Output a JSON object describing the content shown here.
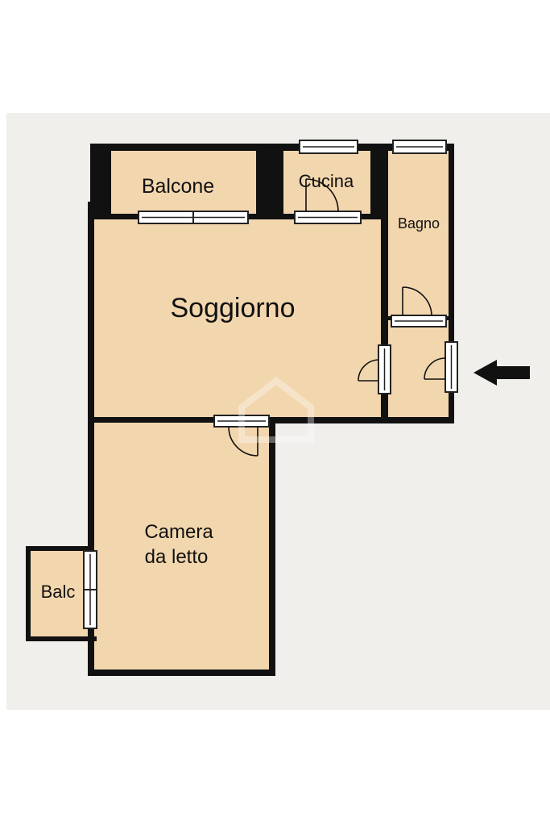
{
  "plan": {
    "colors": {
      "canvas": "#ffffff",
      "backdrop": "#f0efeb",
      "floor": "#f2d6ae",
      "wall": "#111111",
      "window_frame": "#222222",
      "window_fill": "#ffffff",
      "entry_arrow": "#111111"
    },
    "rooms": {
      "balcone": "Balcone",
      "cucina": "Cucina",
      "bagno": "Bagno",
      "soggiorno": "Soggiorno",
      "camera_line1": "Camera",
      "camera_line2": "da letto",
      "balc": "Balc"
    },
    "icons": {
      "entrance": "arrow-left-icon",
      "watermark": "house-watermark-icon"
    }
  }
}
